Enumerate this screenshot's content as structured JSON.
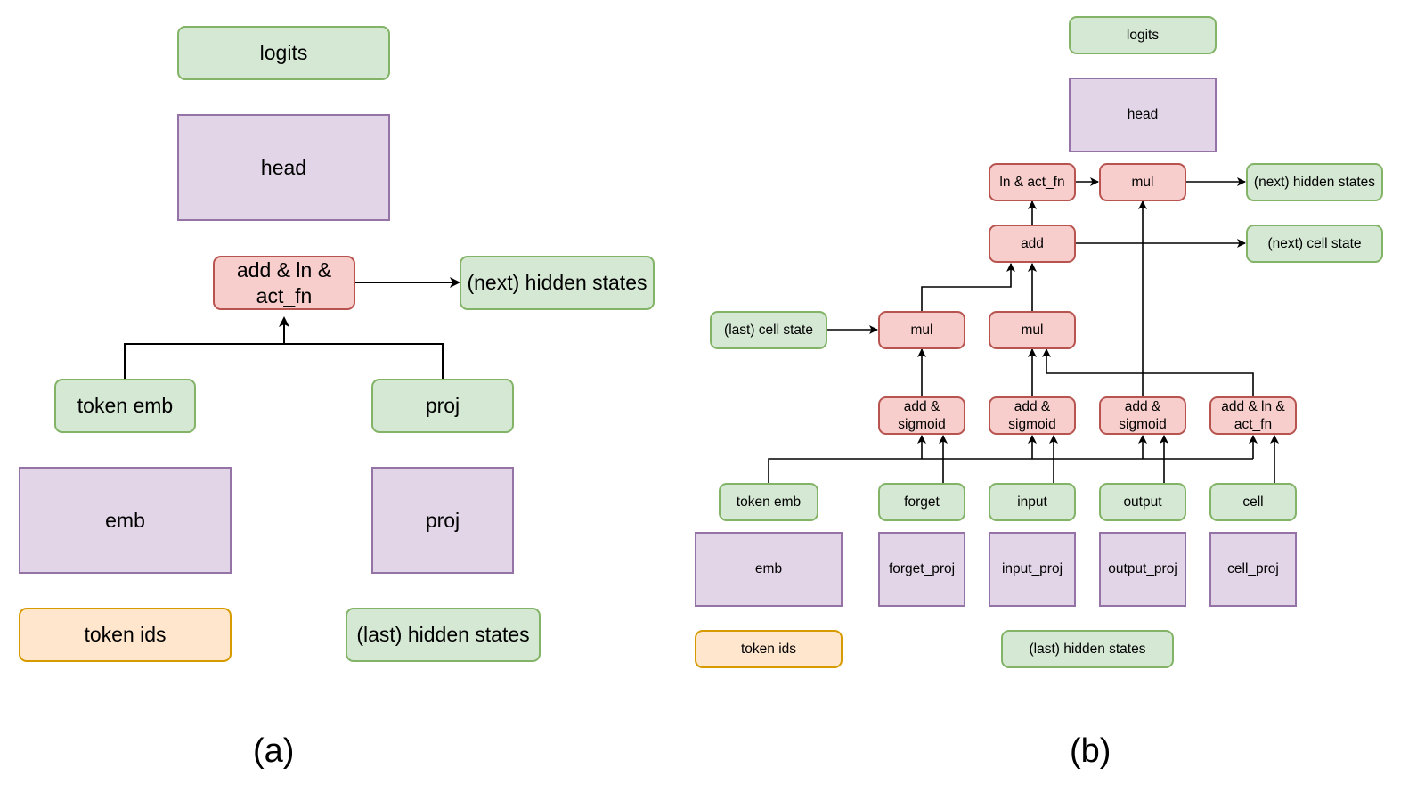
{
  "panel_a": {
    "caption": "(a)",
    "nodes": {
      "logits": "logits",
      "head": "head",
      "add_ln_act": "add & ln &\nact_fn",
      "next_hidden": "(next) hidden states",
      "token_emb": "token emb",
      "proj_out": "proj",
      "emb": "emb",
      "proj": "proj",
      "token_ids": "token ids",
      "last_hidden": "(last) hidden states"
    }
  },
  "panel_b": {
    "caption": "(b)",
    "nodes": {
      "logits": "logits",
      "head": "head",
      "ln_act": "ln & act_fn",
      "mul_out": "mul",
      "next_hidden": "(next) hidden states",
      "add": "add",
      "next_cell": "(next) cell state",
      "last_cell": "(last) cell state",
      "mul_forget": "mul",
      "mul_input": "mul",
      "gate_forget": "add &\nsigmoid",
      "gate_input": "add &\nsigmoid",
      "gate_output": "add &\nsigmoid",
      "gate_cell": "add & ln &\nact_fn",
      "token_emb": "token emb",
      "forget": "forget",
      "input": "input",
      "output": "output",
      "cell": "cell",
      "emb": "emb",
      "forget_proj": "forget_proj",
      "input_proj": "input_proj",
      "output_proj": "output_proj",
      "cell_proj": "cell_proj",
      "token_ids": "token ids",
      "last_hidden": "(last) hidden states"
    }
  },
  "colors": {
    "green_fill": "#d5e8d4",
    "green_stroke": "#82b366",
    "purple_fill": "#e1d5e7",
    "purple_stroke": "#9673a6",
    "red_fill": "#f8cecc",
    "red_stroke": "#b85450",
    "orange_fill": "#ffe6cc",
    "orange_stroke": "#d79b00"
  }
}
